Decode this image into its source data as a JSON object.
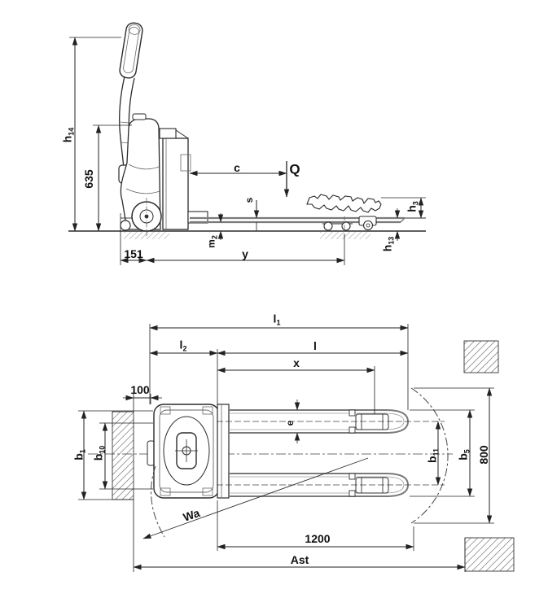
{
  "drawing": {
    "subject": "pallet-truck-dimension-diagram",
    "colors": {
      "line": "#2b2b2b",
      "fork_gray": "#7a7a7a",
      "dimension": "#222222",
      "background": "#ffffff"
    }
  },
  "dims": {
    "h14": {
      "base": "h",
      "sub": "14"
    },
    "n635": {
      "base": "635"
    },
    "c": {
      "base": "c"
    },
    "q": {
      "base": "Q"
    },
    "s": {
      "base": "s"
    },
    "m2": {
      "base": "m",
      "sub": "2"
    },
    "h3": {
      "base": "h",
      "sub": "3"
    },
    "h13": {
      "base": "h",
      "sub": "13"
    },
    "n151": {
      "base": "151"
    },
    "y": {
      "base": "y"
    },
    "l1": {
      "base": "l",
      "sub": "1"
    },
    "l2": {
      "base": "l",
      "sub": "2"
    },
    "l": {
      "base": "l"
    },
    "x": {
      "base": "x"
    },
    "n100": {
      "base": "100"
    },
    "b1": {
      "base": "b",
      "sub": "1"
    },
    "b10": {
      "base": "b",
      "sub": "10"
    },
    "e": {
      "base": "e"
    },
    "b11": {
      "base": "b",
      "sub": "11"
    },
    "b5": {
      "base": "b",
      "sub": "5"
    },
    "n800": {
      "base": "800"
    },
    "wa": {
      "base": "Wa"
    },
    "n1200": {
      "base": "1200"
    },
    "ast": {
      "base": "Ast"
    }
  }
}
